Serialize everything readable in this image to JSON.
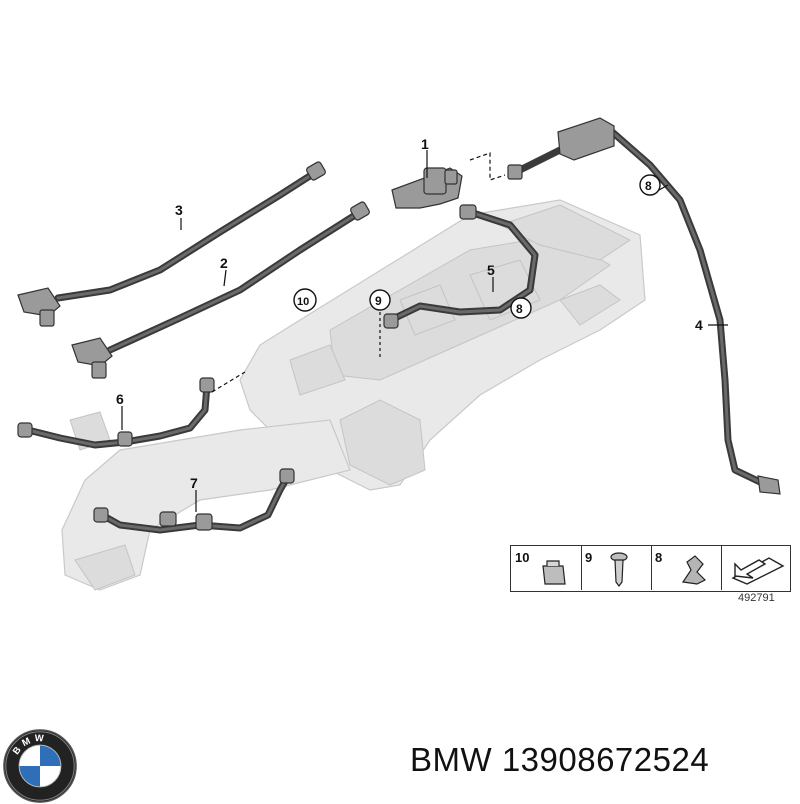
{
  "diagram": {
    "callouts": [
      {
        "id": "c1",
        "text": "1"
      },
      {
        "id": "c2",
        "text": "2"
      },
      {
        "id": "c3",
        "text": "3"
      },
      {
        "id": "c4",
        "text": "4"
      },
      {
        "id": "c5",
        "text": "5"
      },
      {
        "id": "c6",
        "text": "6"
      },
      {
        "id": "c7",
        "text": "7"
      },
      {
        "id": "c8a",
        "text": "8"
      },
      {
        "id": "c8b",
        "text": "8"
      },
      {
        "id": "c9",
        "text": "9"
      },
      {
        "id": "c10",
        "text": "10"
      }
    ]
  },
  "legend": {
    "cells": [
      {
        "num": "10",
        "icon": "clip-nut-icon"
      },
      {
        "num": "9",
        "icon": "screw-icon"
      },
      {
        "num": "8",
        "icon": "hose-clip-icon"
      },
      {
        "num": "",
        "icon": "arrow-sheet-icon"
      }
    ],
    "code": "492791"
  },
  "brand": {
    "logo": "bmw-roundel-logo",
    "logo_letters": "BMW",
    "text": "BMW 13908672524"
  },
  "colors": {
    "hose": "#3a3a3a",
    "engine_block": "#e9e9e9"
  }
}
